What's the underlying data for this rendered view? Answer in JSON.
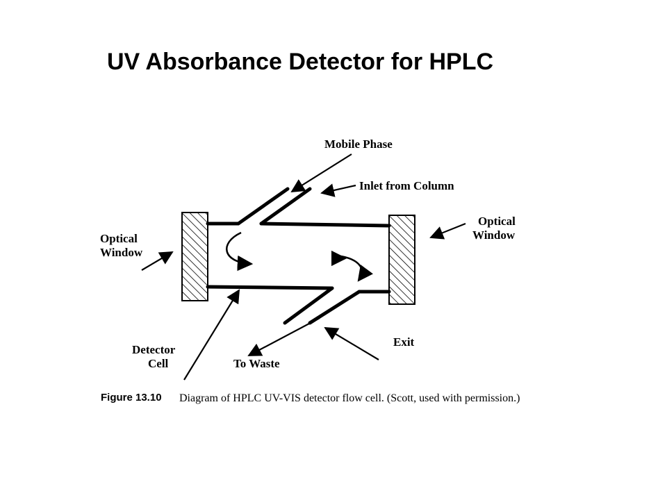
{
  "title": "UV Absorbance Detector for HPLC",
  "labels": {
    "mobile_phase": "Mobile Phase",
    "inlet_from_column": "Inlet from Column",
    "optical_window_left": [
      "Optical",
      "Window"
    ],
    "optical_window_right": [
      "Optical",
      "Window"
    ],
    "detector_cell": [
      "Detector",
      "Cell"
    ],
    "to_waste": "To Waste",
    "exit": "Exit"
  },
  "figure": {
    "label": "Figure 13.10",
    "caption": "Diagram of HPLC UV-VIS detector flow cell. (Scott, used with permission.)"
  }
}
